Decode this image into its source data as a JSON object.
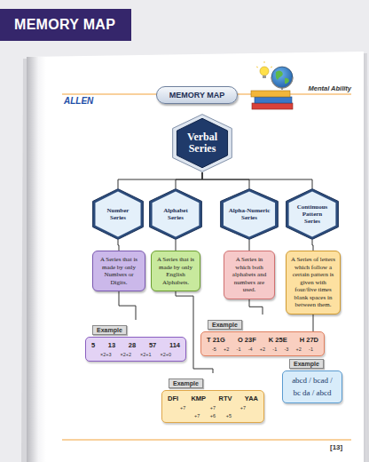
{
  "diagram": {
    "title": "MEMORY MAP",
    "nodes": [
      {
        "text": [
          "MEMORY MAP"
        ]
      },
      {
        "text": [
          "Verbal Series"
        ]
      },
      {
        "text": [
          "Number Series"
        ]
      },
      {
        "text": [
          "Alphabet Series"
        ]
      },
      {
        "text": [
          "Alpha-Numeric Series"
        ]
      },
      {
        "text": [
          "Continuous Pattern Series"
        ]
      },
      {
        "text": [
          "A Series that is made by only Numbers or Digits."
        ]
      },
      {
        "text": [
          "A Series that is made by only English Alphabets."
        ]
      },
      {
        "text": [
          "A Series in which both alphabets and numbers are used."
        ]
      },
      {
        "text": [
          "A Series of letters which follow a certain pattern is given with four/five times blank spaces in between them."
        ]
      },
      {
        "text": [
          "Example",
          "5",
          "13",
          "28",
          "57",
          "114",
          "×2+3",
          "×2+2",
          "×2+1",
          "×2+0"
        ]
      },
      {
        "text": [
          "Example",
          "DFI",
          "KMP",
          "RTV",
          "YAA",
          "+7",
          "+7",
          "+7",
          "+7",
          "+6",
          "+5"
        ]
      },
      {
        "text": [
          "Example",
          "T 21G",
          "O 23F",
          "K 25E",
          "H 27D",
          "-5",
          "+2",
          "-1",
          "-4",
          "+2",
          "-1",
          "-3",
          "+2",
          "-1"
        ]
      },
      {
        "text": [
          "Example",
          "abcd / bcad / bc da / abcd"
        ]
      }
    ],
    "edges": [
      {
        "from": 1,
        "to": 2,
        "arrow": "none"
      },
      {
        "from": 1,
        "to": 3,
        "arrow": "none"
      },
      {
        "from": 1,
        "to": 4,
        "arrow": "none"
      },
      {
        "from": 1,
        "to": 5,
        "arrow": "none"
      },
      {
        "from": 2,
        "to": 6,
        "arrow": "none"
      },
      {
        "from": 3,
        "to": 7,
        "arrow": "none"
      },
      {
        "from": 4,
        "to": 8,
        "arrow": "none"
      },
      {
        "from": 5,
        "to": 9,
        "arrow": "none"
      },
      {
        "from": 6,
        "to": 10,
        "arrow": "none"
      },
      {
        "from": 7,
        "to": 11,
        "arrow": "none"
      },
      {
        "from": 8,
        "to": 12,
        "arrow": "none"
      },
      {
        "from": 9,
        "to": 13,
        "arrow": "none"
      }
    ],
    "labels": [
      "Mental Ability",
      "ALLEN",
      "[13]"
    ]
  }
}
